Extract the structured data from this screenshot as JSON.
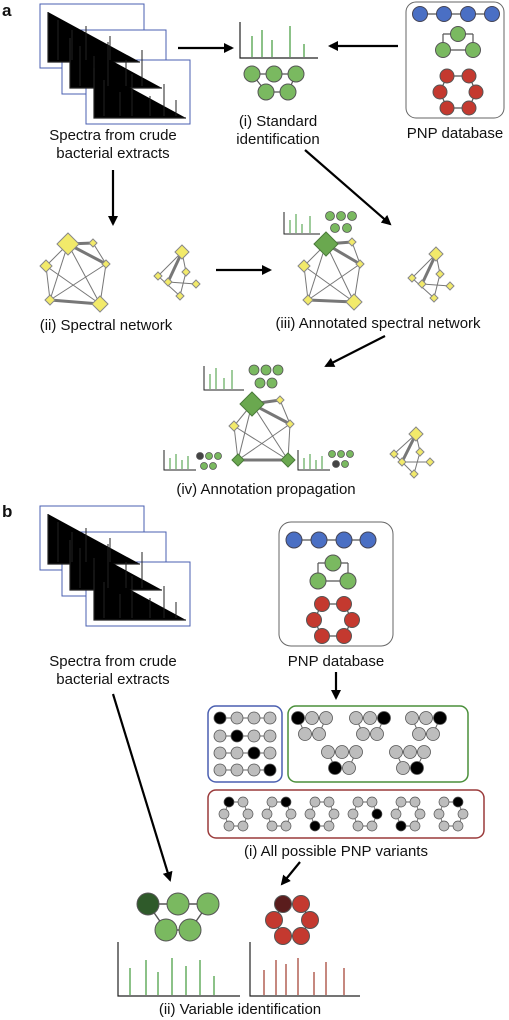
{
  "panels": {
    "a": {
      "panel_label": "a",
      "spectra_caption": [
        "Spectra from crude",
        "bacterial extracts"
      ],
      "standard_id_caption": [
        "(i) Standard",
        "identification"
      ],
      "database_caption": "PNP database",
      "network_caption": "(ii) Spectral network",
      "annotated_caption": "(iii) Annotated spectral network",
      "propagation_caption": "(iv) Annotation propagation"
    },
    "b": {
      "panel_label": "b",
      "database_caption": "PNP database",
      "spectra_caption": [
        "Spectra from crude",
        "bacterial extracts"
      ],
      "variants_caption": "(i) All possible PNP variants",
      "variable_caption": "(ii) Variable identification"
    }
  },
  "colors": {
    "blue_residue": "#4a6fc4",
    "green_residue": "#7ab960",
    "red_residue": "#c4392f",
    "variant_residue": "#bdbdbd",
    "modified_residue": "#000000",
    "spectrum_green": "#3f9a3a",
    "spectrum_red": "#a03a2a",
    "network_node": "#f2ea6a",
    "annotated_node": "#6aa84f",
    "box_blue": "#4a5fb0",
    "box_green": "#4a8f3a",
    "box_red": "#9a3a3a"
  }
}
